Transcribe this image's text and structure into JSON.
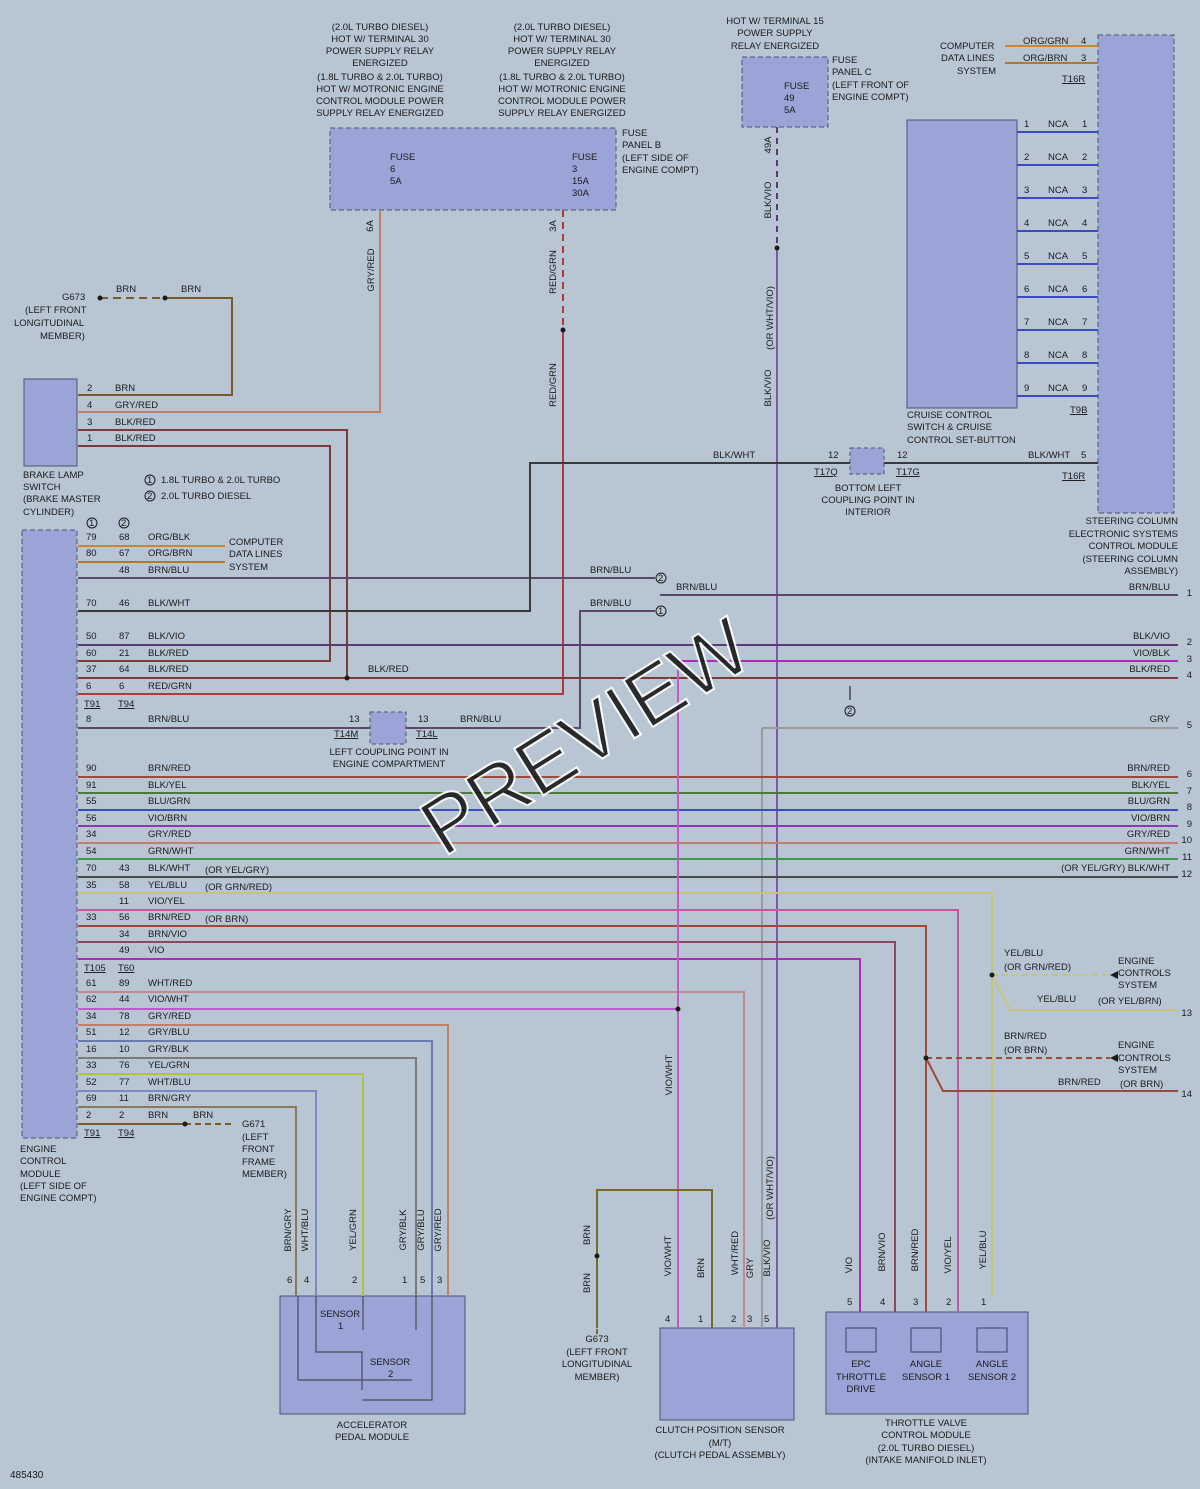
{
  "figure_id": "485430",
  "watermark": "PREVIEW",
  "legend": {
    "n1": "1.8L TURBO & 2.0L TURBO",
    "n2": "2.0L TURBO DIESEL"
  },
  "components": {
    "ecm": [
      "ENGINE",
      "CONTROL",
      "MODULE",
      "(LEFT SIDE OF",
      "ENGINE COMPT)"
    ],
    "brake_switch": [
      "BRAKE LAMP",
      "SWITCH",
      "(BRAKE MASTER",
      "CYLINDER)"
    ],
    "g673_top": [
      "G673",
      "(LEFT FRONT",
      "LONGITUDINAL",
      "MEMBER)"
    ],
    "g671": [
      "G671",
      "(LEFT",
      "FRONT",
      "FRAME",
      "MEMBER)"
    ],
    "g673_bottom": [
      "G673",
      "(LEFT FRONT",
      "LONGITUDINAL",
      "MEMBER)"
    ],
    "fuse_panel_b": [
      "FUSE",
      "PANEL B",
      "(LEFT SIDE OF",
      "ENGINE COMPT)"
    ],
    "fuse_panel_c": [
      "FUSE",
      "PANEL C",
      "(LEFT FRONT OF",
      "ENGINE COMPT)"
    ],
    "relay_note_1": [
      "(2.0L TURBO DIESEL)",
      "HOT W/ TERMINAL 30",
      "POWER SUPPLY RELAY",
      "ENERGIZED",
      "(1.8L TURBO & 2.0L TURBO)",
      "HOT W/ MOTRONIC ENGINE",
      "CONTROL MODULE POWER",
      "SUPPLY RELAY ENERGIZED"
    ],
    "relay_note_2": [
      "(2.0L TURBO DIESEL)",
      "HOT W/ TERMINAL 30",
      "POWER SUPPLY RELAY",
      "ENERGIZED",
      "(1.8L TURBO & 2.0L TURBO)",
      "HOT W/ MOTRONIC ENGINE",
      "CONTROL MODULE POWER",
      "SUPPLY RELAY ENERGIZED"
    ],
    "hot15_note": [
      "HOT W/ TERMINAL 15",
      "POWER SUPPLY",
      "RELAY ENERGIZED"
    ],
    "fuse6": [
      "FUSE",
      "6",
      "5A"
    ],
    "fuse3": [
      "FUSE",
      "3",
      "15A",
      "30A"
    ],
    "fuse49": [
      "FUSE",
      "49",
      "5A"
    ],
    "cruise": [
      "CRUISE CONTROL",
      "SWITCH & CRUISE",
      "CONTROL SET-BUTTON"
    ],
    "steering": [
      "STEERING COLUMN",
      "ELECTRONIC SYSTEMS",
      "CONTROL MODULE",
      "(STEERING COLUMN",
      "ASSEMBLY)"
    ],
    "bottom_left_coupling": [
      "BOTTOM LEFT",
      "COUPLING POINT IN",
      "INTERIOR"
    ],
    "left_coupling": [
      "LEFT COUPLING POINT IN",
      "ENGINE COMPARTMENT"
    ],
    "comp_data_ecm": [
      "COMPUTER",
      "DATA LINES",
      "SYSTEM"
    ],
    "comp_data_top": [
      "COMPUTER",
      "DATA LINES",
      "SYSTEM"
    ],
    "engine_controls_1": [
      "ENGINE",
      "CONTROLS",
      "SYSTEM"
    ],
    "engine_controls_2": [
      "ENGINE",
      "CONTROLS",
      "SYSTEM"
    ],
    "accel": [
      "ACCELERATOR",
      "PEDAL MODULE"
    ],
    "sensor1": [
      "SENSOR",
      "1"
    ],
    "sensor2": [
      "SENSOR",
      "2"
    ],
    "clutch": [
      "CLUTCH POSITION SENSOR",
      "(M/T)",
      "(CLUTCH PEDAL ASSEMBLY)"
    ],
    "throttle": [
      "THROTTLE VALVE",
      "CONTROL MODULE",
      "(2.0L TURBO DIESEL)",
      "(INTAKE MANIFOLD INLET)"
    ],
    "epc": [
      "EPC",
      "THROTTLE",
      "DRIVE"
    ],
    "angle1": [
      "ANGLE",
      "SENSOR 1"
    ],
    "angle2": [
      "ANGLE",
      "SENSOR 2"
    ]
  },
  "connectors": {
    "t91": "T91",
    "t94": "T94",
    "t105": "T105",
    "t60": "T60",
    "t14m": "T14M",
    "t14l": "T14L",
    "t17q": "T17Q",
    "t17g": "T17G",
    "t16r_top": "T16R",
    "t16r_mid": "T16R",
    "t9b": "T9B",
    "pin6a": "6A",
    "pin3a": "3A",
    "pin49a": "49A"
  },
  "brake_switch_pins": [
    {
      "pin": "2",
      "color": "BRN"
    },
    {
      "pin": "4",
      "color": "GRY/RED"
    },
    {
      "pin": "3",
      "color": "BLK/RED"
    },
    {
      "pin": "1",
      "color": "BLK/RED"
    }
  ],
  "ecm_pins": [
    {
      "p1": "79",
      "p2": "68",
      "color": "ORG/BLK",
      "note": ""
    },
    {
      "p1": "80",
      "p2": "67",
      "color": "ORG/BRN",
      "note": ""
    },
    {
      "p1": "",
      "p2": "48",
      "color": "BRN/BLU",
      "note": ""
    },
    {
      "p1": "70",
      "p2": "46",
      "color": "BLK/WHT",
      "note": ""
    },
    {
      "p1": "50",
      "p2": "87",
      "color": "BLK/VIO",
      "note": ""
    },
    {
      "p1": "60",
      "p2": "21",
      "color": "BLK/RED",
      "note": ""
    },
    {
      "p1": "37",
      "p2": "64",
      "color": "BLK/RED",
      "note": ""
    },
    {
      "p1": "6",
      "p2": "6",
      "color": "RED/GRN",
      "note": ""
    },
    {
      "p1": "8",
      "p2": "",
      "color": "BRN/BLU",
      "note": ""
    },
    {
      "p1": "90",
      "p2": "",
      "color": "BRN/RED",
      "note": ""
    },
    {
      "p1": "91",
      "p2": "",
      "color": "BLK/YEL",
      "note": ""
    },
    {
      "p1": "55",
      "p2": "",
      "color": "BLU/GRN",
      "note": ""
    },
    {
      "p1": "56",
      "p2": "",
      "color": "VIO/BRN",
      "note": ""
    },
    {
      "p1": "34",
      "p2": "",
      "color": "GRY/RED",
      "note": ""
    },
    {
      "p1": "54",
      "p2": "",
      "color": "GRN/WHT",
      "note": ""
    },
    {
      "p1": "70",
      "p2": "43",
      "color": "BLK/WHT",
      "note": "(OR YEL/GRY)"
    },
    {
      "p1": "35",
      "p2": "58",
      "color": "YEL/BLU",
      "note": "(OR GRN/RED)"
    },
    {
      "p1": "",
      "p2": "11",
      "color": "VIO/YEL",
      "note": ""
    },
    {
      "p1": "33",
      "p2": "56",
      "color": "BRN/RED",
      "note": "(OR BRN)"
    },
    {
      "p1": "",
      "p2": "34",
      "color": "BRN/VIO",
      "note": ""
    },
    {
      "p1": "",
      "p2": "49",
      "color": "VIO",
      "note": ""
    },
    {
      "p1": "61",
      "p2": "89",
      "color": "WHT/RED",
      "note": ""
    },
    {
      "p1": "62",
      "p2": "44",
      "color": "VIO/WHT",
      "note": ""
    },
    {
      "p1": "34",
      "p2": "78",
      "color": "GRY/RED",
      "note": ""
    },
    {
      "p1": "51",
      "p2": "12",
      "color": "GRY/BLU",
      "note": ""
    },
    {
      "p1": "16",
      "p2": "10",
      "color": "GRY/BLK",
      "note": ""
    },
    {
      "p1": "33",
      "p2": "76",
      "color": "YEL/GRN",
      "note": ""
    },
    {
      "p1": "52",
      "p2": "77",
      "color": "WHT/BLU",
      "note": ""
    },
    {
      "p1": "69",
      "p2": "11",
      "color": "BRN/GRY",
      "note": ""
    },
    {
      "p1": "2",
      "p2": "2",
      "color": "BRN",
      "note": ""
    }
  ],
  "right_edge_wires": [
    {
      "ref": "1",
      "color": "BRN/BLU"
    },
    {
      "ref": "2",
      "color": "BLK/VIO"
    },
    {
      "ref": "3",
      "color": "VIO/BLK"
    },
    {
      "ref": "4",
      "color": "BLK/RED"
    },
    {
      "ref": "5",
      "color": "GRY"
    },
    {
      "ref": "6",
      "color": "BRN/RED"
    },
    {
      "ref": "7",
      "color": "BLK/YEL"
    },
    {
      "ref": "8",
      "color": "BLU/GRN"
    },
    {
      "ref": "9",
      "color": "VIO/BRN"
    },
    {
      "ref": "10",
      "color": "GRY/RED"
    },
    {
      "ref": "11",
      "color": "GRN/WHT"
    },
    {
      "ref": "12",
      "color": "(OR YEL/GRY) BLK/WHT"
    },
    {
      "ref": "13",
      "color": "YEL/BLU"
    },
    {
      "ref": "14",
      "color": "BRN/RED"
    }
  ],
  "cruise_pins": [
    "1",
    "2",
    "3",
    "4",
    "5",
    "6",
    "7",
    "8",
    "9"
  ],
  "cruise_wire": "NCA",
  "steering_data_pins": [
    {
      "pin": "4",
      "color": "ORG/GRN"
    },
    {
      "pin": "3",
      "color": "ORG/BRN"
    }
  ],
  "wire_labels": {
    "gnd_brn_a": "BRN",
    "gnd_brn_b": "BRN",
    "fuse6_wire": "GRY/RED",
    "fuse3_wire_a": "RED/GRN",
    "fuse3_wire_b": "RED/GRN",
    "fuse49_wire": "BLK/VIO",
    "fuse49_alt": "(OR WHT/VIO)",
    "fuse49_wire_b": "BLK/VIO",
    "blkwht_a": "BLK/WHT",
    "blkwht_b": "BLK/WHT",
    "brnblu_2": "BRN/BLU",
    "brnblu_1": "BRN/BLU",
    "brnblu_out": "BRN/BLU",
    "blkred_splice": "BLK/RED",
    "brnblu_coupling": "BRN/BLU",
    "pin12a": "12",
    "pin12b": "12",
    "pin5": "5",
    "pin13a": "13",
    "pin13b": "13",
    "g671_brn": "BRN",
    "yelblu": "YEL/BLU",
    "yelblu_alt": "(OR GRN/RED)",
    "yelblu_b": "YEL/BLU",
    "yelblu_b_alt": "(OR YEL/BRN)",
    "brnred": "BRN/RED",
    "brnred_alt": "(OR BRN)",
    "brnred_b": "BRN/RED",
    "brnred_b_alt": "(OR BRN)",
    "viowht_vert": "VIO/WHT"
  },
  "accel_wires": [
    {
      "color": "BRN/GRY",
      "pin": "6"
    },
    {
      "color": "WHT/BLU",
      "pin": "4"
    },
    {
      "color": "YEL/GRN",
      "pin": "2"
    },
    {
      "color": "GRY/BLK",
      "pin": "1"
    },
    {
      "color": "GRY/BLU",
      "pin": "5"
    },
    {
      "color": "GRY/RED",
      "pin": "3"
    }
  ],
  "clutch_wires": [
    {
      "color": "VIO/WHT",
      "pin": "4"
    },
    {
      "color": "BRN",
      "pin": "1"
    },
    {
      "color": "WHT/RED",
      "pin": "2"
    },
    {
      "color": "GRY",
      "pin": "3"
    },
    {
      "color": "BLK/VIO",
      "pin": "5"
    },
    {
      "color": "(OR WHT/VIO)",
      "pin": ""
    }
  ],
  "clutch_gnd": {
    "a": "BRN",
    "b": "BRN"
  },
  "throttle_wires": [
    {
      "color": "VIO",
      "pin": "5"
    },
    {
      "color": "BRN/VIO",
      "pin": "4"
    },
    {
      "color": "BRN/RED",
      "pin": "3"
    },
    {
      "color": "VIO/YEL",
      "pin": "2"
    },
    {
      "color": "YEL/BLU",
      "pin": "1"
    }
  ],
  "wire_colors": {
    "brn": "#7a5a2a",
    "gryred": "#c47f6a",
    "blkred": "#7a3a3a",
    "redgrn": "#b03a3a",
    "blkvio": "#5a3a72",
    "violet": "#b02ab8",
    "brnred": "#9c4a3a",
    "blkyel": "#4a7a3a",
    "blugrn": "#3a4ac4",
    "viobrn": "#8a3ab0",
    "grnwht": "#3a9a4a",
    "blkwht": "#3a3a3a",
    "yelblu": "#c4c47a",
    "gry": "#8a8a8a",
    "brnblu": "#5a4a6a",
    "whtblu": "#7a8ac4",
    "yelgrn": "#b0c43a",
    "grybLU": "#6a7ab0",
    "orgblk": "#c48a2a",
    "orgbrn": "#b07a2a",
    "module_fill": "#9aa4d6",
    "panel_bg": "#b8c6d4"
  }
}
